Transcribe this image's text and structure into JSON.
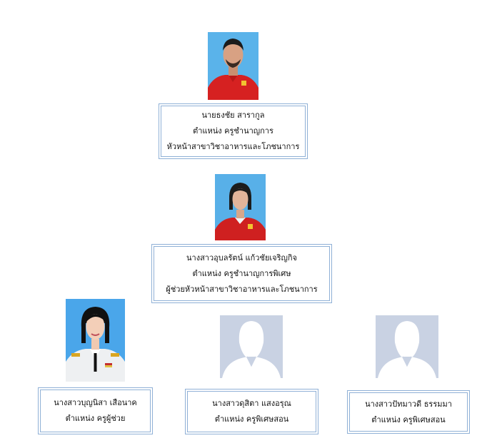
{
  "people": [
    {
      "name": "นายธงชัย  สารากูล",
      "position": "ตำแหน่ง  ครูชำนาญการ",
      "role": "หัวหน้าสาขาวิชาอาหารและโภชนาการ"
    },
    {
      "name": "นางสาวอุบลรัตน์  แก้วชัยเจริญกิจ",
      "position": "ตำแหน่ง  ครูชำนาญการพิเศษ",
      "role": "ผู้ช่วยหัวหน้าสาขาวิชาอาหารและโภชนาการ"
    },
    {
      "name": "นางสาวบุญนิสา  เสือนาค",
      "position": "ตำแหน่ง  ครูผู้ช่วย"
    },
    {
      "name": "นางสาวดุสิตา  แสงอรุณ",
      "position": "ตำแหน่ง  ครูพิเศษสอน"
    },
    {
      "name": "นางสาวปัทมาวดี  ธรรมมา",
      "position": "ตำแหน่ง  ครูพิเศษสอน"
    }
  ],
  "colors": {
    "photo_background": "#55aee6",
    "placeholder_background": "#c9d2e3",
    "card_border": "#8fb0d6"
  },
  "icons": {
    "placeholder": "female-silhouette-icon"
  }
}
